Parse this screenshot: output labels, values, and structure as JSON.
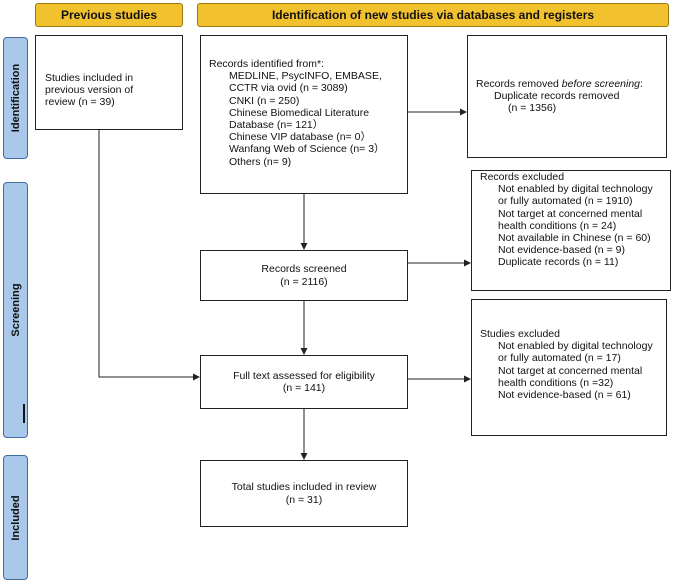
{
  "headers": {
    "previous": "Previous studies",
    "new": "Identification of new studies via databases and registers"
  },
  "phases": {
    "identification": "Identification",
    "screening": "Screening",
    "included": "Included"
  },
  "previous_box": {
    "lines": [
      "Studies included in",
      "previous version of",
      "review (n = 39)"
    ]
  },
  "identified_box": {
    "title": "Records identified from*:",
    "items": [
      "MEDLINE, PsycINFO, EMBASE,",
      "CCTR via ovid (n = 3089)",
      "CNKI (n = 250)",
      "Chinese Biomedical Literature",
      "Database (n= 121）",
      "Chinese VIP database (n= 0）",
      "Wanfang Web of Science (n= 3）",
      "Others (n= 9)"
    ]
  },
  "removed_box": {
    "title_prefix": "Records removed ",
    "title_italic": "before screening",
    "title_suffix": ":",
    "items": [
      "Duplicate records removed",
      "(n = 1356)"
    ]
  },
  "screened_box": {
    "lines": [
      "Records screened",
      "(n = 2116)"
    ]
  },
  "excluded_records_box": {
    "title": "Records excluded",
    "items": [
      "Not enabled by digital technology",
      "or fully automated (n = 1910)",
      "Not target at concerned mental",
      "health conditions (n = 24)",
      "Not available in Chinese (n = 60)",
      "Not evidence-based (n = 9)",
      "Duplicate records (n = 11)"
    ]
  },
  "fulltext_box": {
    "lines": [
      "Full text assessed for eligibility",
      "(n = 141)"
    ]
  },
  "excluded_studies_box": {
    "title": "Studies excluded",
    "items": [
      "Not enabled by digital technology",
      "or fully automated (n = 17)",
      "Not target at concerned mental",
      "health conditions (n =32)",
      "Not evidence-based (n = 61)"
    ]
  },
  "included_box": {
    "lines": [
      "Total studies included in review",
      "(n = 31)"
    ]
  },
  "colors": {
    "header_fill": "#f2c12e",
    "phase_fill": "#a9c8ea",
    "line": "#222222"
  }
}
